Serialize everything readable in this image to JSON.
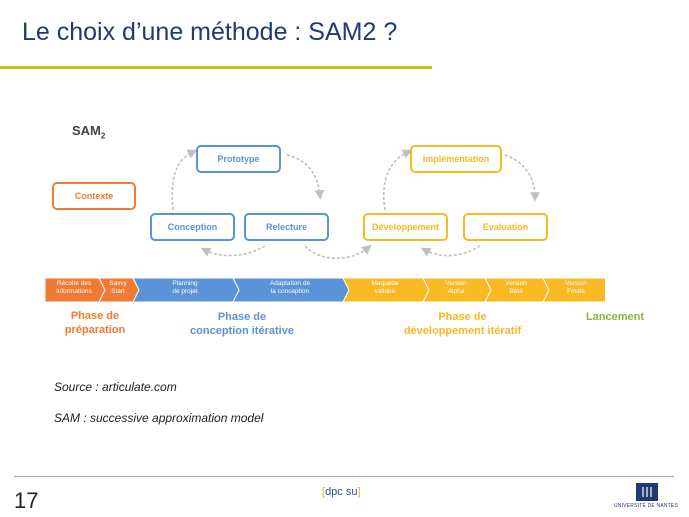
{
  "title": "Le choix d’une méthode : SAM2 ?",
  "diagram": {
    "label_main": "SAM",
    "label_sub": "2",
    "boxes": {
      "contexte": "Contexte",
      "prototype": "Prototype",
      "conception": "Conception",
      "relecture": "Relecture",
      "implementation": "Implémentation",
      "developpement": "Développement",
      "evaluation": "Evaluation"
    },
    "band": [
      {
        "line1": "Récolte des",
        "line2": "informations",
        "color": "#ef7a33"
      },
      {
        "line1": "Savvy",
        "line2": "Start",
        "color": "#ef7a33"
      },
      {
        "line1": "Planning",
        "line2": "de projet",
        "color": "#5b93d6"
      },
      {
        "line1": "Adaptation de",
        "line2": "la conception",
        "color": "#5b93d6"
      },
      {
        "line1": "Maquette",
        "line2": "validée",
        "color": "#f7b924"
      },
      {
        "line1": "Version",
        "line2": "Alpha",
        "color": "#f7b924"
      },
      {
        "line1": "Version",
        "line2": "Bêtâ",
        "color": "#f7b924"
      },
      {
        "line1": "Version",
        "line2": "Finale",
        "color": "#f7b924"
      }
    ],
    "phases": {
      "preparation_1": "Phase de",
      "preparation_2": "préparation",
      "conception_1": "Phase de",
      "conception_2": "conception itérative",
      "developpement_1": "Phase de",
      "developpement_2": "développement itératif",
      "lancement": "Lancement"
    },
    "colors": {
      "orange": "#ef7a33",
      "blue": "#5b93d6",
      "yellow": "#f7b924",
      "green": "#8ab53f"
    }
  },
  "notes": {
    "source": "Source : articulate.com",
    "sam": "SAM : successive approximation model"
  },
  "footer": {
    "page_number": "17",
    "tag_open": "[",
    "tag_text": "dpc su",
    "tag_close": "]",
    "logo_text": "UNIVERSITÉ DE NANTES"
  }
}
